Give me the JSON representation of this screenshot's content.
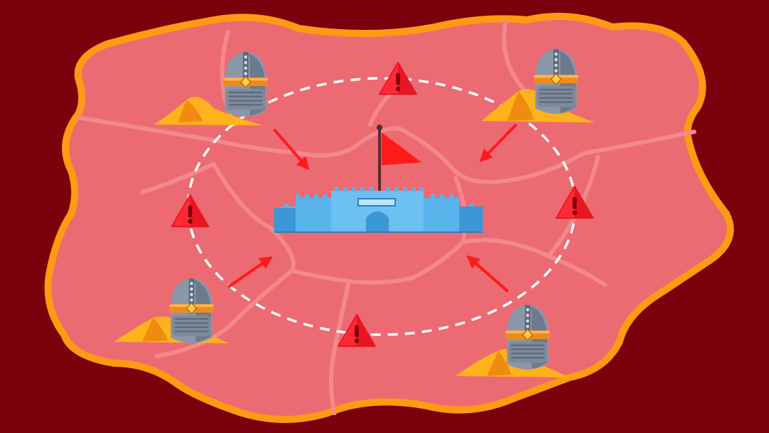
{
  "scene": {
    "background_color": "#7a000b",
    "territory_fill": "#ec6a72",
    "territory_border": "#ff9a12",
    "road_color": "#f4888b",
    "siege_ring_color": "#ffffff",
    "arrow_color": "#ff1a1a",
    "warning_color": "#ff2a35",
    "castle_color": "#5ab4ec",
    "flag_color": "#ff1a1a",
    "sand_color": "#ffb21c",
    "knight_count": 4,
    "warning_count": 4,
    "arrow_count": 4,
    "icons": {
      "knight": "knight-helmet-icon",
      "warning": "warning-triangle-icon",
      "castle": "castle-icon",
      "flag": "flag-icon",
      "arrow": "arrow-icon"
    }
  }
}
